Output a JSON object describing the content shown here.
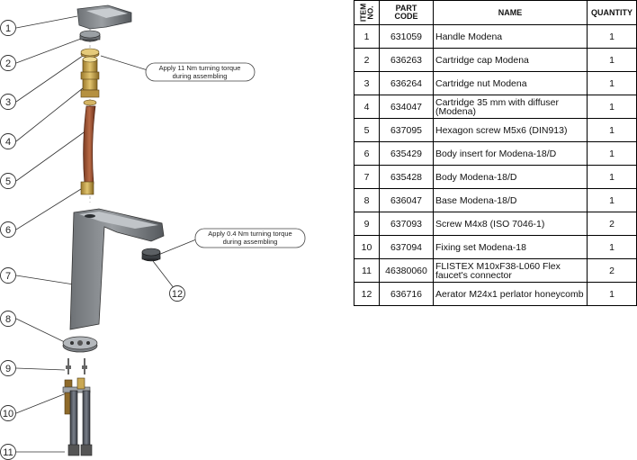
{
  "table": {
    "headers": {
      "item": "ITEM\nNO.",
      "part": "PART\nCODE",
      "name": "NAME",
      "qty": "QUANTITY"
    },
    "rows": [
      {
        "item": "1",
        "code": "631059",
        "name": "Handle Modena",
        "qty": "1"
      },
      {
        "item": "2",
        "code": "636263",
        "name": "Cartridge cap Modena",
        "qty": "1"
      },
      {
        "item": "3",
        "code": "636264",
        "name": "Cartridge nut Modena",
        "qty": "1"
      },
      {
        "item": "4",
        "code": "634047",
        "name": "Cartridge 35 mm with diffuser (Modena)",
        "qty": "1"
      },
      {
        "item": "5",
        "code": "637095",
        "name": "Hexagon screw M5x6 (DIN913)",
        "qty": "1"
      },
      {
        "item": "6",
        "code": "635429",
        "name": "Body insert for Modena-18/D",
        "qty": "1"
      },
      {
        "item": "7",
        "code": "635428",
        "name": "Body Modena-18/D",
        "qty": "1"
      },
      {
        "item": "8",
        "code": "636047",
        "name": "Base Modena-18/D",
        "qty": "1"
      },
      {
        "item": "9",
        "code": "637093",
        "name": "Screw M4x8 (ISO 7046-1)",
        "qty": "2"
      },
      {
        "item": "10",
        "code": "637094",
        "name": "Fixing set Modena-18",
        "qty": "1"
      },
      {
        "item": "11",
        "code": "46380060",
        "name": "FLISTEX M10xF38-L060 Flex faucet's connector",
        "qty": "2"
      },
      {
        "item": "12",
        "code": "636716",
        "name": "Aerator M24x1 perlator honeycomb",
        "qty": "1"
      }
    ]
  },
  "diagram": {
    "callouts": [
      "1",
      "2",
      "3",
      "4",
      "5",
      "6",
      "7",
      "8",
      "9",
      "10",
      "11",
      "12"
    ],
    "notes": {
      "torque_1_line1": "Apply 11 Nm turning torque",
      "torque_1_line2": "during assembling",
      "torque_2_line1": "Apply 0.4 Nm turning torque",
      "torque_2_line2": "during assembling"
    }
  }
}
